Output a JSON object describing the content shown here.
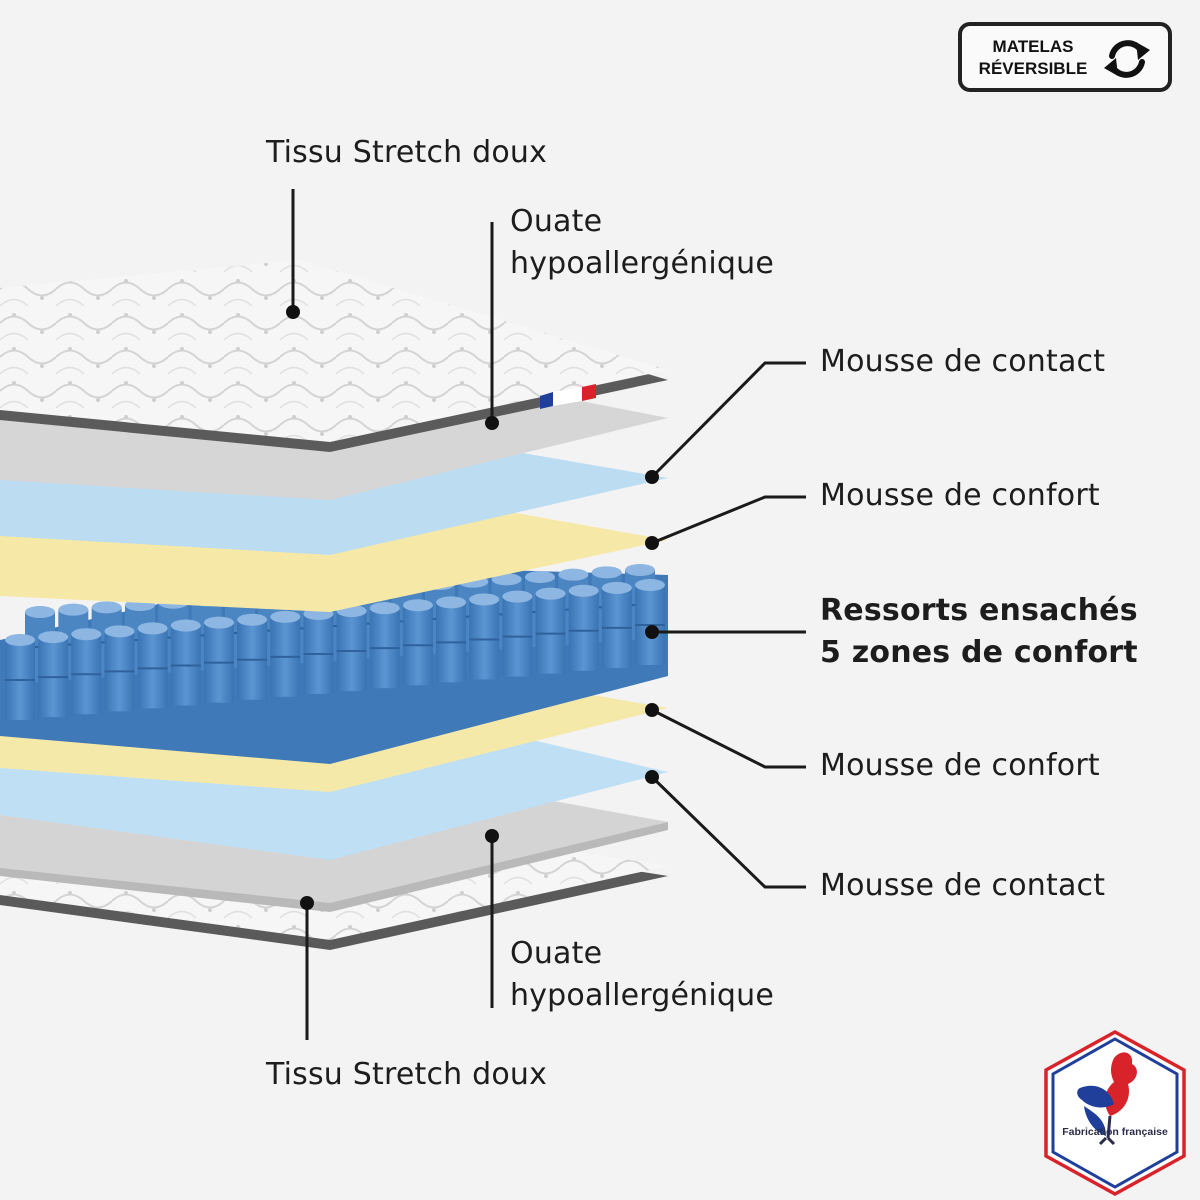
{
  "badge": {
    "line1": "MATELAS",
    "line2": "RÉVERSIBLE",
    "icon": "reverse-arrows-icon"
  },
  "labels": {
    "top_fabric": "Tissu Stretch doux",
    "top_wadding_line1": "Ouate",
    "top_wadding_line2": "hypoallergénique",
    "top_contact_foam": "Mousse de contact",
    "top_comfort_foam": "Mousse de confort",
    "springs_line1": "Ressorts ensachés",
    "springs_line2": "5 zones de confort",
    "bottom_comfort_foam": "Mousse de confort",
    "bottom_contact_foam": "Mousse de contact",
    "bottom_wadding_line1": "Ouate",
    "bottom_wadding_line2": "hypoallergénique",
    "bottom_fabric": "Tissu Stretch doux"
  },
  "seal": {
    "text": "Fabrication française",
    "icon": "rooster-icon"
  },
  "colors": {
    "fabric": "#f4f4f4",
    "wadding": "#d6d6d6",
    "contact_foam": "#bcdcf1",
    "comfort_foam": "#f6e9a8",
    "springs": "#4a86c4",
    "flag_blue": "#1f3f9a",
    "flag_red": "#d8232a"
  }
}
